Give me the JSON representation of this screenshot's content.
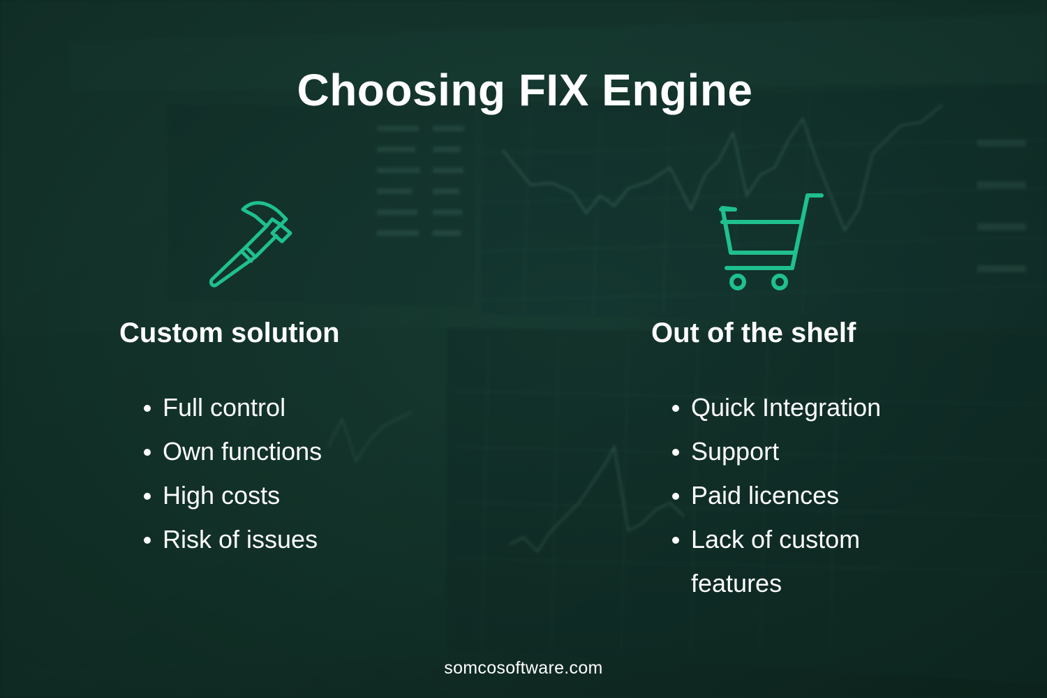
{
  "title": "Choosing FIX Engine",
  "left": {
    "icon": "hammer-icon",
    "heading": "Custom solution",
    "items": [
      "Full control",
      "Own functions",
      "High costs",
      "Risk of issues"
    ]
  },
  "right": {
    "icon": "shopping-cart-icon",
    "heading": "Out of the shelf",
    "items": [
      "Quick Integration",
      "Support",
      "Paid licences",
      "Lack of custom features"
    ]
  },
  "footer": "somcosoftware.com",
  "colors": {
    "accent": "#1fc08e",
    "background": "#12302a",
    "text": "#ffffff"
  }
}
